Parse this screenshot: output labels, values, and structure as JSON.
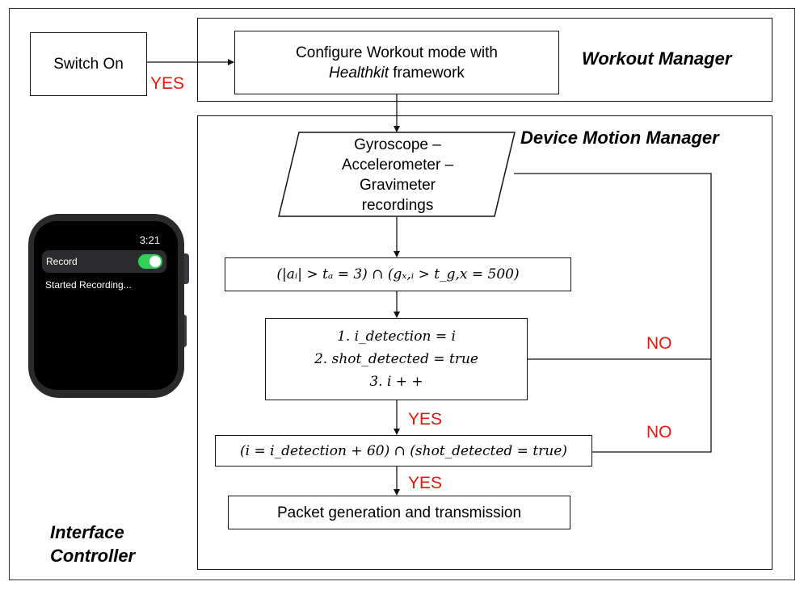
{
  "titles": {
    "workout_manager": "Workout Manager",
    "device_motion_manager": "Device Motion Manager",
    "interface_controller_line1": "Interface",
    "interface_controller_line2": "Controller"
  },
  "nodes": {
    "switch_on": "Switch On",
    "configure_line1": "Configure Workout mode with",
    "configure_italic": "Healthkit",
    "configure_rest": " framework",
    "sensors": [
      "Gyroscope –",
      "Accelerometer –",
      "Gravimeter",
      "recordings"
    ],
    "condition1": "(|aᵢ| > tₐ = 3) ∩ (gₓ,ᵢ > t_g,x = 500)",
    "step1": "1.  i_detection = i",
    "step2": "2.  shot_detected = true",
    "step3": "3.  i + +",
    "condition2": "(i = i_detection + 60) ∩ (shot_detected = true)",
    "packet": "Packet generation and transmission"
  },
  "edge_labels": {
    "yes_switch": "YES",
    "yes_step": "YES",
    "yes_packet": "YES",
    "no_upper": "NO",
    "no_lower": "NO"
  },
  "watch": {
    "time": "3:21",
    "record_label": "Record",
    "status": "Started Recording..."
  },
  "colors": {
    "yes_no": "#e8160c",
    "toggle_on": "#30d158",
    "line": "#111111"
  }
}
